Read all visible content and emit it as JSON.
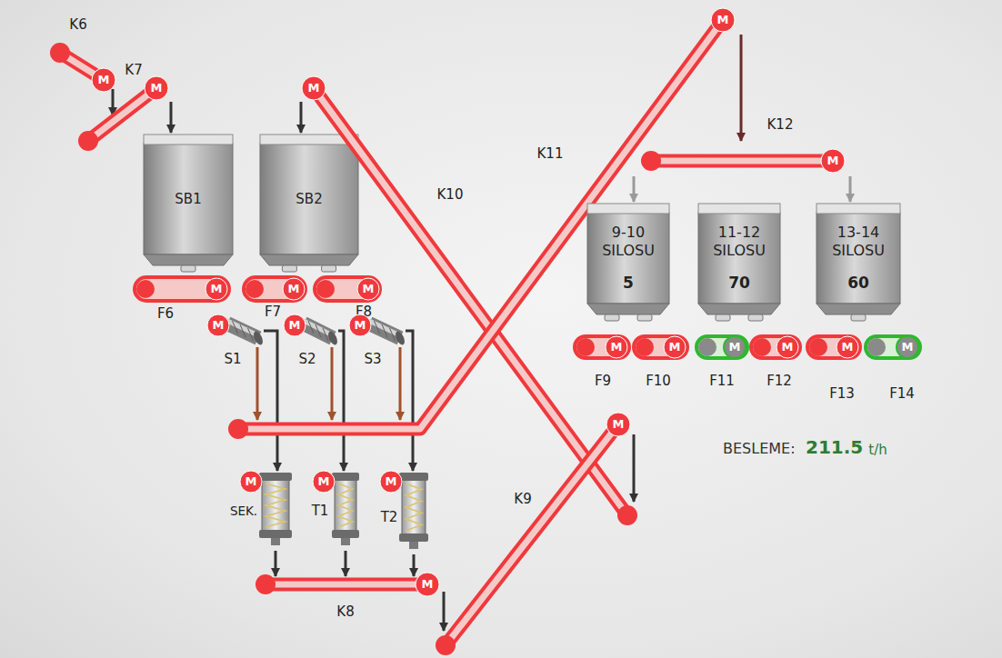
{
  "diagram": {
    "nodes": [
      {
        "text": [
          "K6",
          "M"
        ]
      },
      {
        "text": [
          "K7",
          "M"
        ]
      },
      {
        "text": [
          "SB1"
        ]
      },
      {
        "text": [
          "SB2"
        ]
      },
      {
        "text": [
          "K10",
          "M"
        ]
      },
      {
        "text": [
          "K11",
          "M"
        ]
      },
      {
        "text": [
          "K12",
          "M"
        ]
      },
      {
        "text": [
          "F6",
          "M"
        ]
      },
      {
        "text": [
          "F7",
          "M"
        ]
      },
      {
        "text": [
          "F8",
          "M"
        ]
      },
      {
        "text": [
          "S1",
          "M"
        ]
      },
      {
        "text": [
          "S2",
          "M"
        ]
      },
      {
        "text": [
          "S3",
          "M"
        ]
      },
      {
        "text": [
          "9-10 SILOSU",
          "5"
        ]
      },
      {
        "text": [
          "11-12 SILOSU",
          "70"
        ]
      },
      {
        "text": [
          "13-14 SILOSU",
          "60"
        ]
      },
      {
        "text": [
          "F9",
          "M"
        ]
      },
      {
        "text": [
          "F10",
          "M"
        ]
      },
      {
        "text": [
          "F11",
          "M"
        ]
      },
      {
        "text": [
          "F12",
          "M"
        ]
      },
      {
        "text": [
          "F13",
          "M"
        ]
      },
      {
        "text": [
          "F14",
          "M"
        ]
      },
      {
        "text": [
          "SEK.",
          "M"
        ]
      },
      {
        "text": [
          "T1",
          "M"
        ]
      },
      {
        "text": [
          "T2",
          "M"
        ]
      },
      {
        "text": [
          "K9",
          "M"
        ]
      },
      {
        "text": [
          "K8",
          "M"
        ]
      }
    ],
    "edges": [
      {
        "from": 0,
        "to": 1,
        "arrow": "to"
      },
      {
        "from": 1,
        "to": 2,
        "arrow": "to"
      },
      {
        "from": 4,
        "to": 3,
        "arrow": "to"
      },
      {
        "from": 5,
        "to": 6,
        "arrow": "to"
      },
      {
        "from": 6,
        "to": 13,
        "arrow": "to"
      },
      {
        "from": 6,
        "to": 15,
        "arrow": "to"
      },
      {
        "from": 10,
        "to": 5,
        "arrow": "to"
      },
      {
        "from": 11,
        "to": 5,
        "arrow": "to"
      },
      {
        "from": 12,
        "to": 5,
        "arrow": "to"
      },
      {
        "from": 10,
        "to": 22,
        "arrow": "to"
      },
      {
        "from": 11,
        "to": 23,
        "arrow": "to"
      },
      {
        "from": 12,
        "to": 24,
        "arrow": "to"
      },
      {
        "from": 22,
        "to": 26,
        "arrow": "to"
      },
      {
        "from": 23,
        "to": 26,
        "arrow": "to"
      },
      {
        "from": 24,
        "to": 26,
        "arrow": "to"
      },
      {
        "from": 26,
        "to": 25,
        "arrow": "to"
      },
      {
        "from": 25,
        "to": 4,
        "arrow": "to"
      }
    ],
    "labels": [
      "BESLEME:",
      "211.5",
      "t/h"
    ]
  }
}
